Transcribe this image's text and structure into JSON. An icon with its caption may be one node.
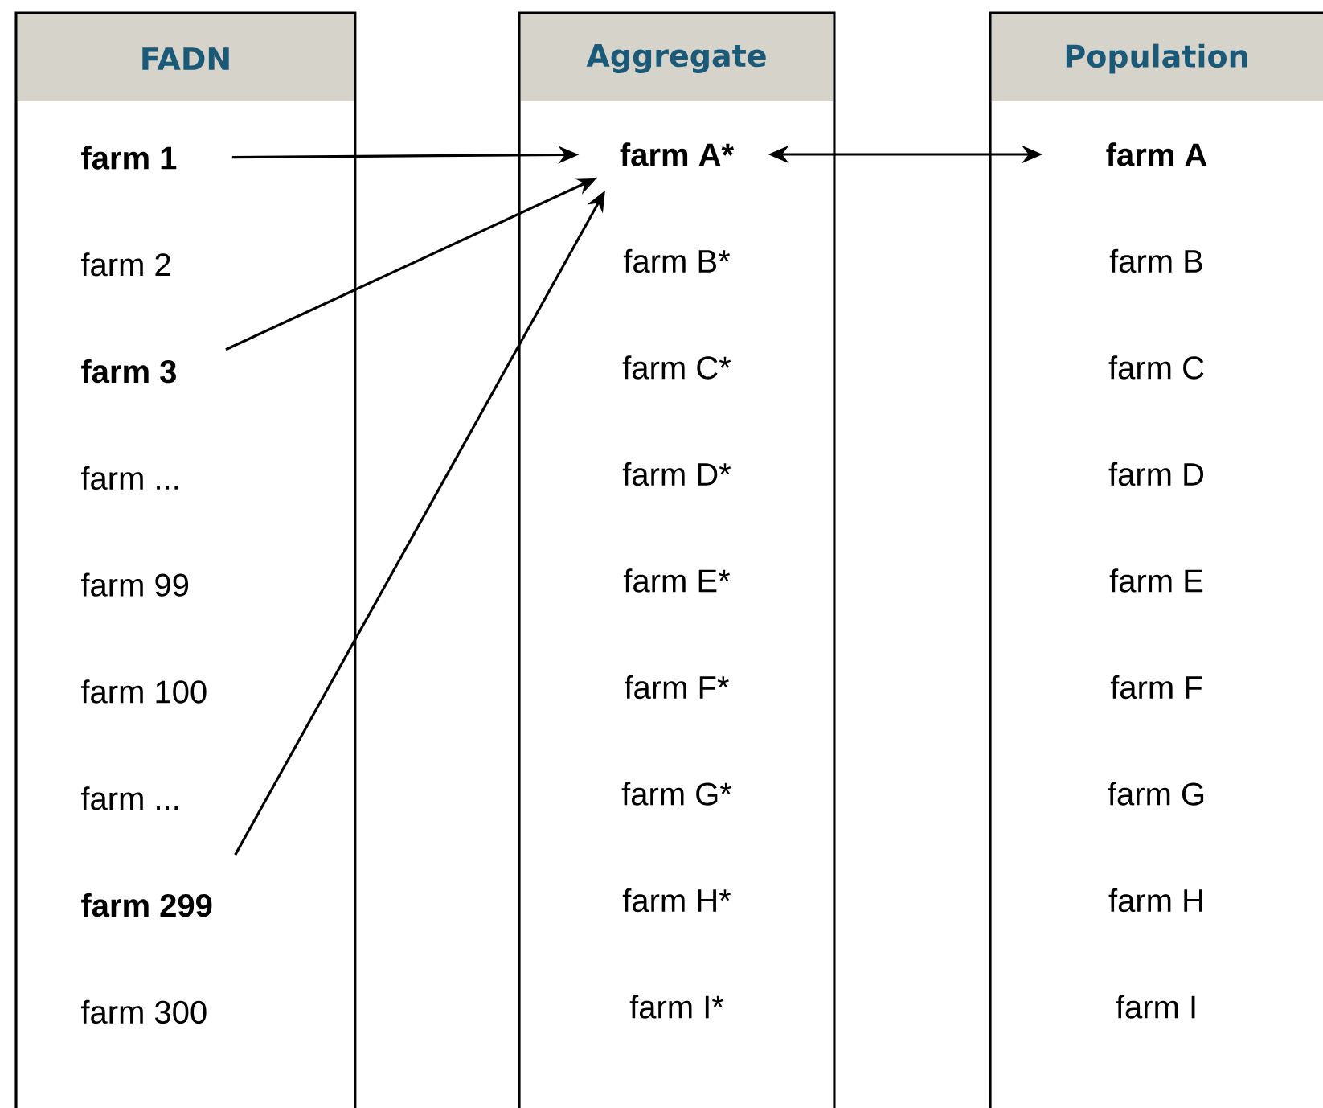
{
  "diagram": {
    "nodes": [
      {
        "text": [
          "FADN"
        ]
      },
      {
        "text": [
          "farm 1"
        ],
        "in": 0
      },
      {
        "text": [
          "farm 2"
        ],
        "in": 0
      },
      {
        "text": [
          "farm 3"
        ],
        "in": 0
      },
      {
        "text": [
          "farm ..."
        ],
        "in": 0
      },
      {
        "text": [
          "farm 99"
        ],
        "in": 0
      },
      {
        "text": [
          "farm 100"
        ],
        "in": 0
      },
      {
        "text": [
          "farm ..."
        ],
        "in": 0
      },
      {
        "text": [
          "farm 299"
        ],
        "in": 0
      },
      {
        "text": [
          "farm 300"
        ],
        "in": 0
      },
      {
        "text": [
          "Aggregate"
        ]
      },
      {
        "text": [
          "farm A*"
        ],
        "in": 10
      },
      {
        "text": [
          "farm B*"
        ],
        "in": 10
      },
      {
        "text": [
          "farm C*"
        ],
        "in": 10
      },
      {
        "text": [
          "farm D*"
        ],
        "in": 10
      },
      {
        "text": [
          "farm E*"
        ],
        "in": 10
      },
      {
        "text": [
          "farm F*"
        ],
        "in": 10
      },
      {
        "text": [
          "farm G*"
        ],
        "in": 10
      },
      {
        "text": [
          "farm H*"
        ],
        "in": 10
      },
      {
        "text": [
          "farm I*"
        ],
        "in": 10
      },
      {
        "text": [
          "Population"
        ]
      },
      {
        "text": [
          "farm A"
        ],
        "in": 20
      },
      {
        "text": [
          "farm B"
        ],
        "in": 20
      },
      {
        "text": [
          "farm C"
        ],
        "in": 20
      },
      {
        "text": [
          "farm D"
        ],
        "in": 20
      },
      {
        "text": [
          "farm E"
        ],
        "in": 20
      },
      {
        "text": [
          "farm F"
        ],
        "in": 20
      },
      {
        "text": [
          "farm G"
        ],
        "in": 20
      },
      {
        "text": [
          "farm H"
        ],
        "in": 20
      },
      {
        "text": [
          "farm I"
        ],
        "in": 20
      }
    ],
    "edges": [
      {
        "from": 1,
        "to": 11,
        "arrow": "to"
      },
      {
        "from": 3,
        "to": 11,
        "arrow": "to"
      },
      {
        "from": 8,
        "to": 11,
        "arrow": "to"
      },
      {
        "from": 11,
        "to": 21,
        "arrow": "both"
      }
    ]
  }
}
